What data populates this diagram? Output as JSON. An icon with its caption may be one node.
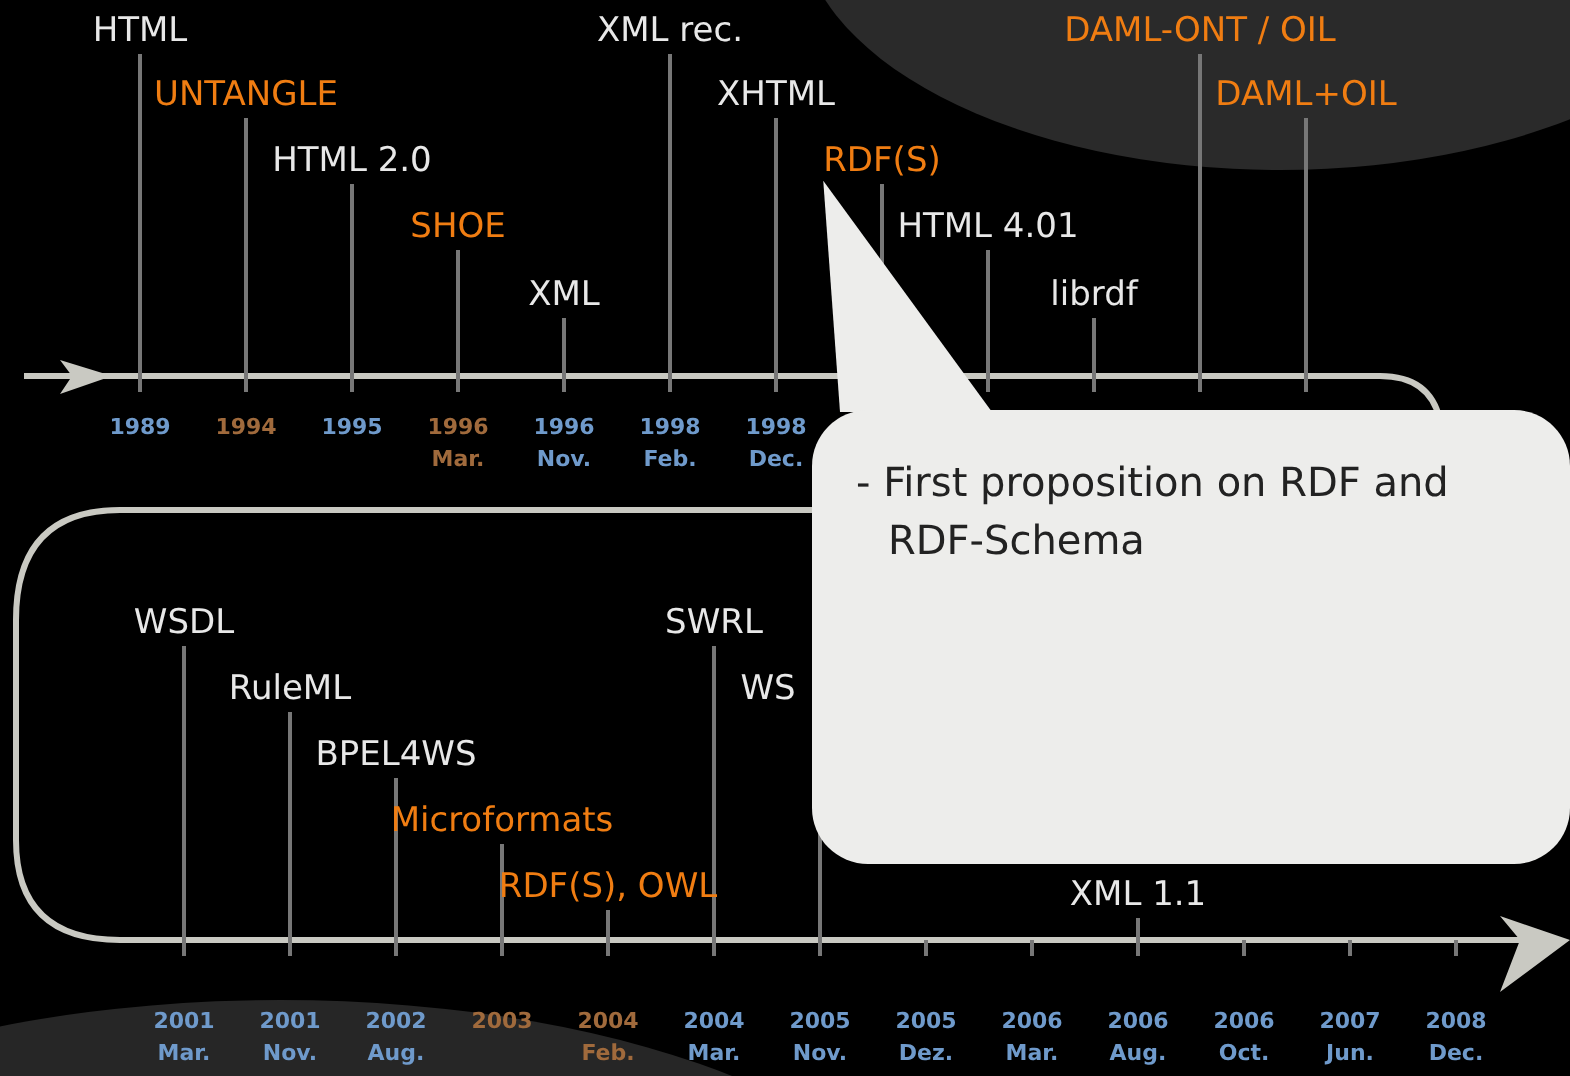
{
  "diagram": {
    "nodes": [
      {
        "text": [
          "- First proposition on RDF and RDF-Schema"
        ]
      },
      {
        "text": [
          "RDF(S)"
        ]
      }
    ],
    "edges": [
      {
        "from": 0,
        "to": 1,
        "arrow": "to"
      }
    ],
    "labels": [
      "HTML",
      "XML rec.",
      "DAML-ONT / OIL",
      "UNTANGLE",
      "XHTML",
      "DAML+OIL",
      "HTML 2.0",
      "SHOE",
      "HTML 4.01",
      "XML",
      "librdf",
      "1989",
      "1994",
      "1995",
      "1996 Mar.",
      "1996 Nov.",
      "1998 Feb.",
      "1998 Dec.",
      "WSDL",
      "SWRL",
      "RuleML",
      "WS",
      "BPEL4WS",
      "Microformats",
      "RDF(S), OWL",
      "XML 1.1",
      "2001 Mar.",
      "2001 Nov.",
      "2002 Aug.",
      "2003",
      "2004 Feb.",
      "2004 Mar.",
      "2005 Nov.",
      "2005 Dez.",
      "2006 Mar.",
      "2006 Aug.",
      "2006 Oct.",
      "2007 Jun.",
      "2008 Dec."
    ]
  }
}
